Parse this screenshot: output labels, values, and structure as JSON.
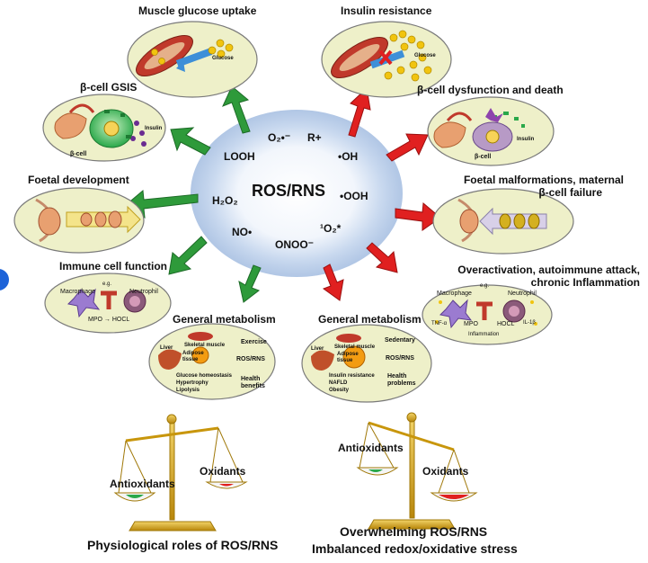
{
  "center": {
    "title": "ROS/RNS",
    "species": {
      "superoxide": "O₂•⁻",
      "radical": "R+",
      "hydroxyl": "•OH",
      "peroxyl": "•OOH",
      "singlet_oxygen": "¹O₂*",
      "peroxynitrite": "ONOO⁻",
      "nitric_oxide": "NO•",
      "hydrogen_peroxide": "H₂O₂",
      "alkoxyl": "LOOH"
    }
  },
  "physiological": {
    "muscle": {
      "title": "Muscle glucose uptake",
      "glucose": "Glucose"
    },
    "gsis": {
      "title": "β-cell GSIS",
      "insulin": "Insulin",
      "cell": "β-cell"
    },
    "foetal": {
      "title": "Foetal development"
    },
    "immune": {
      "title": "Immune cell function",
      "eg": "e.g.",
      "macrophage": "Macrophage",
      "neutrophil": "Neutrophil",
      "mpo": "MPO → HOCL"
    },
    "metabolism": {
      "title": "General metabolism",
      "skeletal": "Skeletal muscle",
      "liver": "Liver",
      "adipose": "Adipose tissue",
      "exercise": "Exercise",
      "ros": "ROS/RNS",
      "homeostasis": "Glucose homeostasis",
      "hypertrophy": "Hypertrophy",
      "lipolysis": "Lipolysis",
      "health": "Health benefits"
    }
  },
  "pathological": {
    "resistance": {
      "title": "Insulin resistance",
      "glucose": "Glucose"
    },
    "dysfunction": {
      "title": "β-cell dysfunction and death",
      "insulin": "Insulin",
      "cell": "β-cell"
    },
    "malformation": {
      "title_line1": "Foetal malformations, maternal",
      "title_line2": "β-cell failure"
    },
    "overactivation": {
      "title_line1": "Overactivation, autoimmune attack,",
      "title_line2": "chronic Inflammation",
      "eg": "e.g.",
      "macrophage": "Macrophage",
      "neutrophil": "Neutrophil",
      "mpo": "MPO",
      "hocl": "HOCL",
      "tnf": "TNF-α",
      "il": "IL-1β",
      "inflammation": "Inflammation"
    },
    "metabolism": {
      "title": "General metabolism",
      "skeletal": "Skeletal muscle",
      "liver": "Liver",
      "adipose": "Adipose tissue",
      "sedentary": "Sedentary",
      "ros": "ROS/RNS",
      "resistance": "Insulin resistance",
      "nafld": "NAFLD",
      "obesity": "Obesity",
      "health": "Health problems"
    }
  },
  "balance_left": {
    "antioxidants": "Antioxidants",
    "oxidants": "Oxidants",
    "caption": "Physiological roles of ROS/RNS"
  },
  "balance_right": {
    "antioxidants": "Antioxidants",
    "oxidants": "Oxidants",
    "caption_line1": "Overwhelming ROS/RNS",
    "caption_line2": "Imbalanced redox/oxidative stress"
  },
  "colors": {
    "green_arrow": "#2e9a3a",
    "red_arrow": "#e02020",
    "ellipse_fill": "#eef0c9",
    "ellipse_stroke": "#7a7a7a",
    "scale_gold": "#d4a017",
    "center_glow": "#bcd3f0",
    "accent_blue": "#1d63d8"
  }
}
